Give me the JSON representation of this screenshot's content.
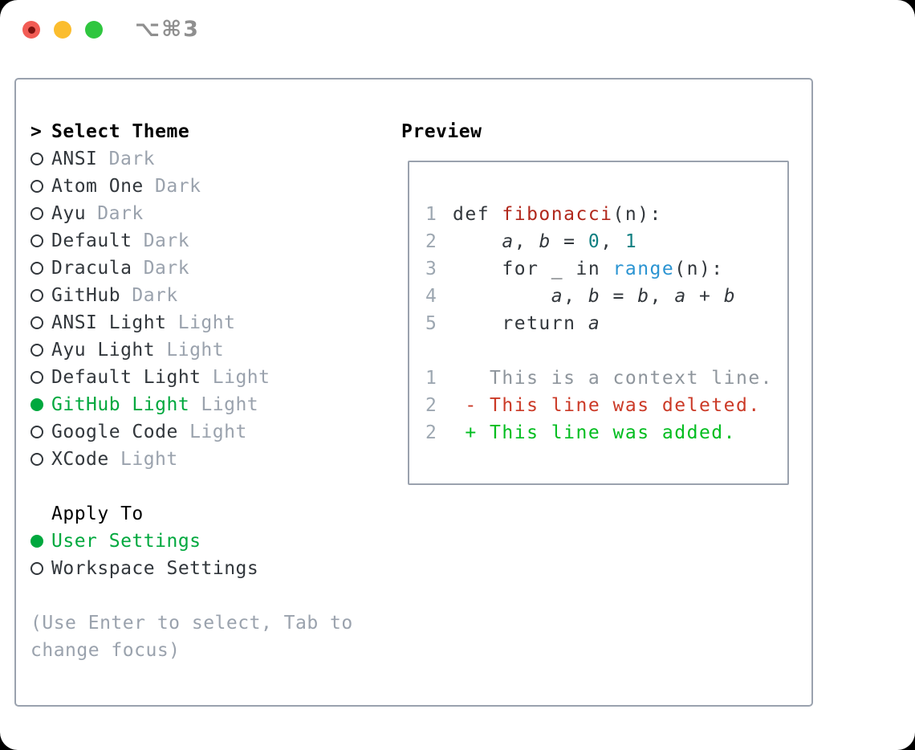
{
  "titlebar": {
    "shortcut_label": "⌥⌘3",
    "traffic_lights": [
      {
        "name": "close",
        "color": "#f25c55",
        "dot": "#7c120f"
      },
      {
        "name": "minimize",
        "color": "#fbbd2e",
        "dot": null
      },
      {
        "name": "zoom",
        "color": "#2fc63f",
        "dot": null
      }
    ]
  },
  "colors": {
    "text_dark": "#32373c",
    "muted_gray": "#9aa2ad",
    "border_gray": "#9aa2ae",
    "accent_green": "#00a83e",
    "added_green": "#00bd1f",
    "deleted_red": "#cb3a27",
    "function_red": "#b1281c",
    "builtin_blue": "#2b94d2",
    "number_teal": "#0f7f81",
    "context_gray": "#8e959c",
    "lineno_gray": "#9da7b1"
  },
  "theme_panel": {
    "header": {
      "marker": ">",
      "label": "Select Theme"
    },
    "themes": [
      {
        "name": "ANSI",
        "variant": "Dark",
        "selected": false
      },
      {
        "name": "Atom One",
        "variant": "Dark",
        "selected": false
      },
      {
        "name": "Ayu",
        "variant": "Dark",
        "selected": false
      },
      {
        "name": "Default",
        "variant": "Dark",
        "selected": false
      },
      {
        "name": "Dracula",
        "variant": "Dark",
        "selected": false
      },
      {
        "name": "GitHub",
        "variant": "Dark",
        "selected": false
      },
      {
        "name": "ANSI Light",
        "variant": "Light",
        "selected": false
      },
      {
        "name": "Ayu Light",
        "variant": "Light",
        "selected": false
      },
      {
        "name": "Default Light",
        "variant": "Light",
        "selected": false
      },
      {
        "name": "GitHub Light",
        "variant": "Light",
        "selected": true
      },
      {
        "name": "Google Code",
        "variant": "Light",
        "selected": false
      },
      {
        "name": "XCode",
        "variant": "Light",
        "selected": false
      }
    ],
    "apply_to": {
      "label": "Apply To",
      "options": [
        {
          "name": "User Settings",
          "selected": true
        },
        {
          "name": "Workspace Settings",
          "selected": false
        }
      ]
    },
    "help_lines": [
      "(Use Enter to select, Tab to",
      "change focus)"
    ]
  },
  "preview": {
    "title": "Preview",
    "lines": [
      {
        "num": "1",
        "tokens": [
          [
            "def ",
            "plain"
          ],
          [
            "fibonacci",
            "function"
          ],
          [
            "(n):",
            "plain"
          ]
        ]
      },
      {
        "num": "2",
        "tokens": [
          [
            "    ",
            "plain"
          ],
          [
            "a",
            "variable"
          ],
          [
            ", ",
            "plain"
          ],
          [
            "b",
            "variable"
          ],
          [
            " = ",
            "plain"
          ],
          [
            "0",
            "number"
          ],
          [
            ", ",
            "plain"
          ],
          [
            "1",
            "number"
          ]
        ]
      },
      {
        "num": "3",
        "tokens": [
          [
            "    for _ in ",
            "plain"
          ],
          [
            "range",
            "builtin"
          ],
          [
            "(n):",
            "plain"
          ]
        ]
      },
      {
        "num": "4",
        "tokens": [
          [
            "        ",
            "plain"
          ],
          [
            "a",
            "variable"
          ],
          [
            ", ",
            "plain"
          ],
          [
            "b",
            "variable"
          ],
          [
            " = ",
            "plain"
          ],
          [
            "b",
            "variable"
          ],
          [
            ", ",
            "plain"
          ],
          [
            "a",
            "variable"
          ],
          [
            " + ",
            "plain"
          ],
          [
            "b",
            "variable"
          ]
        ]
      },
      {
        "num": "5",
        "tokens": [
          [
            "    return ",
            "plain"
          ],
          [
            "a",
            "variable"
          ]
        ]
      },
      {
        "num": "",
        "tokens": []
      },
      {
        "num": "1",
        "tokens": [
          [
            "   This is a context line.",
            "context"
          ]
        ]
      },
      {
        "num": "2",
        "tokens": [
          [
            " - This line was deleted.",
            "deleted"
          ]
        ]
      },
      {
        "num": "2",
        "tokens": [
          [
            " + This line was added.",
            "added"
          ]
        ]
      }
    ]
  }
}
